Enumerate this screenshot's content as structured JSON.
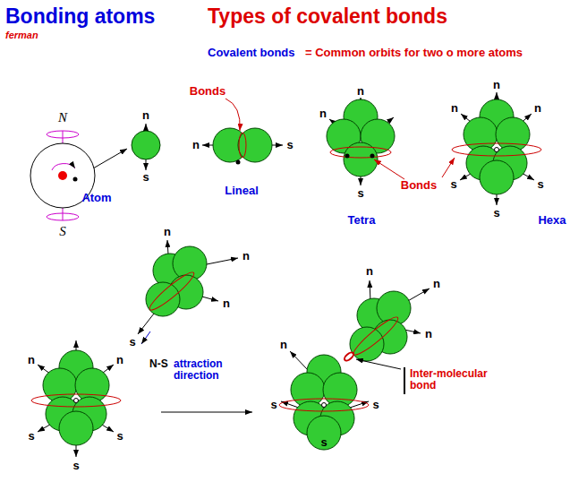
{
  "diagram": {
    "title": "Bonding atoms",
    "labels": [
      "Types of covalent bonds",
      "ferman",
      "Covalent bonds",
      "= Common orbits for two o more atoms",
      "N",
      "S",
      "Atom",
      "n",
      "s",
      "Bonds",
      "n",
      "s",
      "Lineal",
      "n",
      "n",
      "s",
      "Tetra",
      "Bonds",
      "n",
      "n",
      "n",
      "s",
      "s",
      "s",
      "Hexa",
      "n",
      "n",
      "s",
      "s",
      "s",
      "n",
      "n",
      "n",
      "s",
      "N-S",
      "attraction direction",
      "n",
      "n",
      "n",
      "n",
      "s",
      "s",
      "s",
      "Inter-molecular bond"
    ]
  }
}
